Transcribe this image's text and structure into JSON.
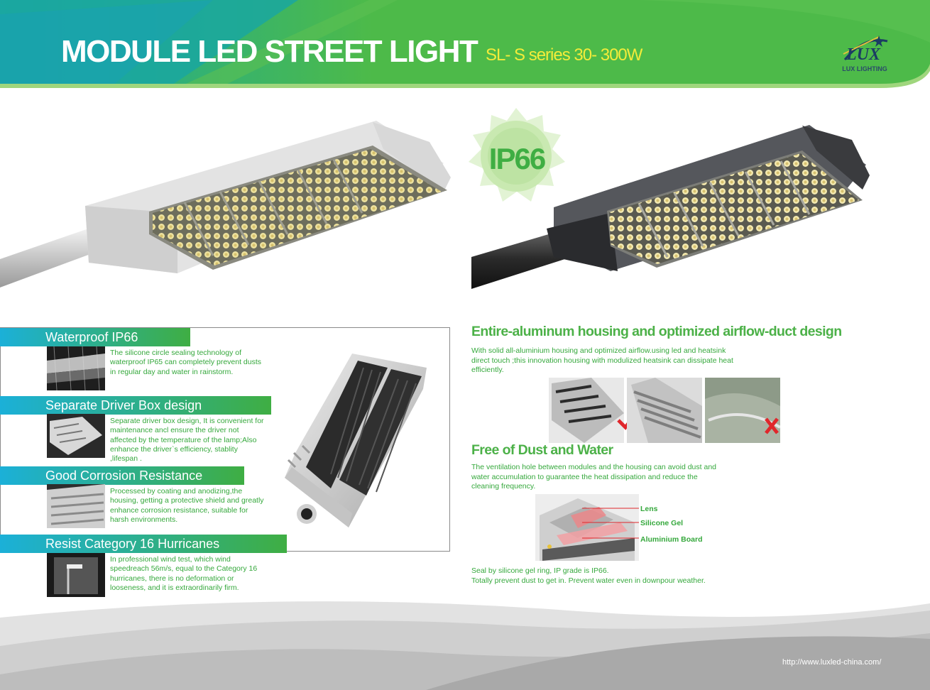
{
  "header": {
    "title": "MODULE LED STREET LIGHT",
    "subtitle": "SL- S series 30- 300W",
    "logo_mark": "LUX",
    "logo_text": "LUX LIGHTING",
    "colors": {
      "green": "#4dba49",
      "light_green": "#8fd26a",
      "teal": "#1aa7a0",
      "subtitle_yellow": "#f2ec3a"
    }
  },
  "badge": {
    "label": "IP66"
  },
  "features": [
    {
      "title": "Waterproof IP66",
      "text": "The silicone circle sealing technology of waterproof IP65 can completely prevent dusts in regular day and water in rainstorm."
    },
    {
      "title": "Separate Driver Box design",
      "text": "Separate driver box design, It is convenient for maintenance ancl ensure the driver not affected by the temperature of the lamp;Also enhance the driver`s efficiency, stablity ,lifespan ."
    },
    {
      "title": "Good Corrosion Resistance",
      "text": "Processed by coating and anodizing,the housing, getting a protective shield and greatly enhance corrosion resistance, suitable for harsh environments."
    },
    {
      "title": "Resist Category 16 Hurricanes",
      "text": "In professional wind test, which wind speedreach 56m/s, equal to the Category 16 hurricanes, there is no deformation or looseness, and it is extraordinarily firm."
    }
  ],
  "housing": {
    "title": "Entire-aluminum housing and optimized airflow-duct design",
    "text": "With solid all-aluminium housing and optimized airflow.using led and heatsink direct touch ;this innovation housing with modulized heatsink can dissipate heat efficiently."
  },
  "dust": {
    "title": "Free of Dust and Water",
    "text": "The ventilation hole between modules and the housing can avoid dust and water accumulation to guarantee the heat dissipation and reduce the cleaning frequency.",
    "layers": [
      "Lens",
      "Silicone Gel",
      "Aluminium Board"
    ],
    "seal_line1": "Seal by silicone gel ring, IP grade is IP66.",
    "seal_line2": "Totally prevent dust to get in. Prevent water even in downpour weather."
  },
  "footer": {
    "url": "http://www.luxled-china.com/"
  }
}
